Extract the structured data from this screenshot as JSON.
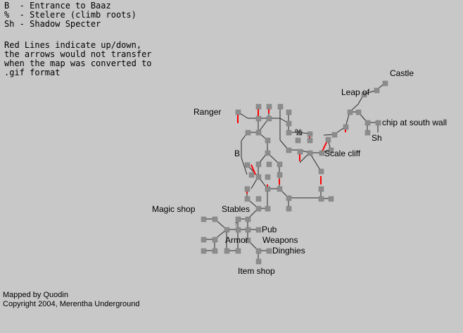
{
  "legend": [
    "B  - Entrance to Baaz",
    "%  - Stelere (climb roots)",
    "Sh - Shadow Specter"
  ],
  "notes": [
    "Red Lines indicate up/down,",
    "the arrows would not transfer",
    "when the map was converted to",
    ".gif format"
  ],
  "credits": {
    "mapped_by": "Mapped by Quodin",
    "copyright": "Copyright 2004, Merentha Underground"
  },
  "map_labels": {
    "castle": "Castle",
    "leap_of": "Leap of",
    "chip": "chip at south wall",
    "sh": "Sh",
    "ranger": "Ranger",
    "percent": "%",
    "b": "B",
    "scale_cliff": "Scale cliff",
    "magic_shop": "Magic shop",
    "stables": "Stables",
    "pub": "Pub",
    "armor": "Armor",
    "weapons": "Weapons",
    "dinghies": "Dinghies",
    "item_shop": "Item shop",
    "up_arrow": "↑"
  },
  "colors": {
    "background": "#c8c8c8",
    "room": "#8c8c8c",
    "link": "#2a2a2a",
    "up_down_link": "#ff0000"
  }
}
